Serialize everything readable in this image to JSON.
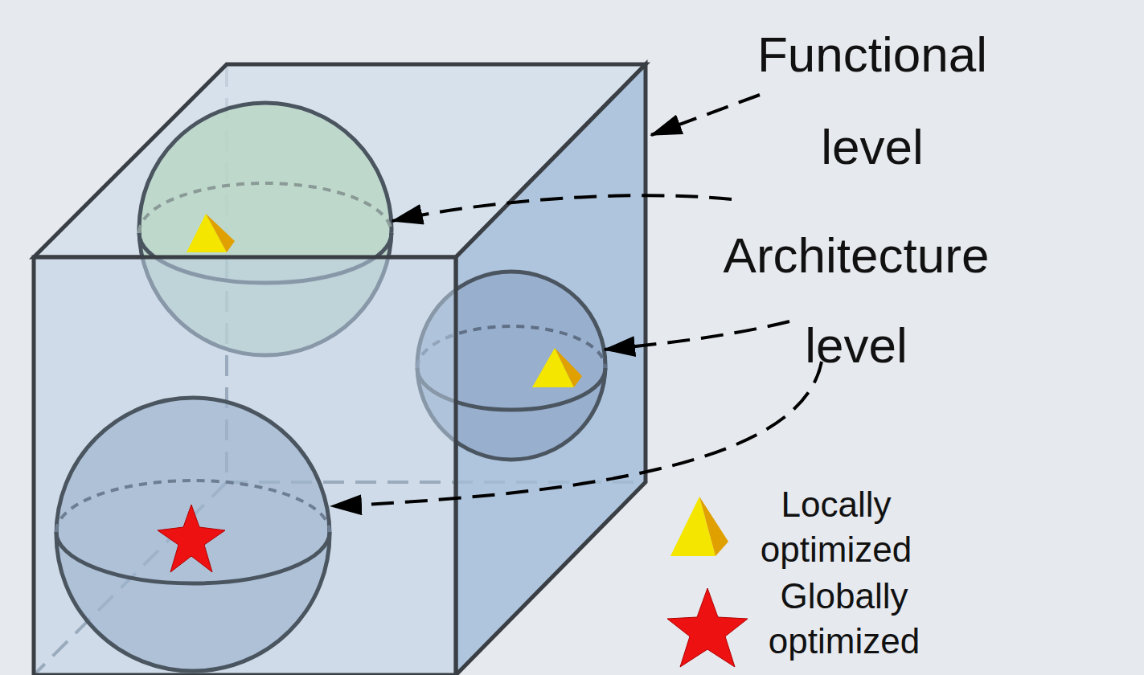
{
  "diagram": {
    "labels": [
      "Functional level",
      "Architecture level"
    ],
    "legend": [
      {
        "text": "Locally optimized"
      },
      {
        "text": "Globally optimized"
      }
    ]
  }
}
